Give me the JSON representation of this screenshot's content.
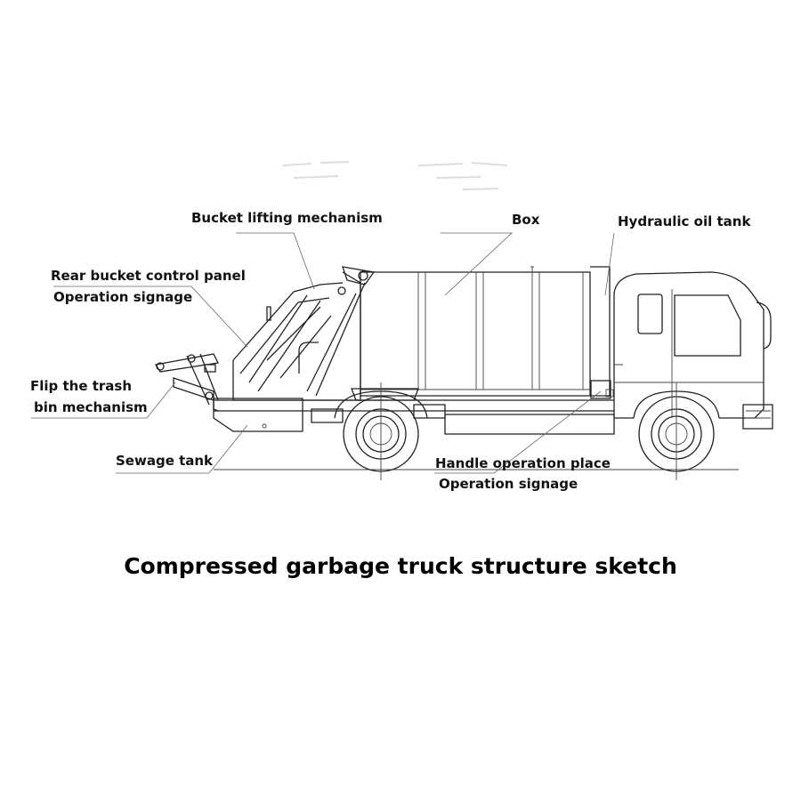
{
  "title": "Compressed garbage truck structure sketch",
  "labels": {
    "bucket_lifting": "Bucket lifting mechanism",
    "box": "Box",
    "hydraulic_tank": "Hydraulic oil tank",
    "rear_bucket_panel": "Rear bucket control panel",
    "operation_signage_1": "Operation signage",
    "flip_line1": "Flip the trash",
    "flip_line2": "bin mechanism",
    "sewage_tank": "Sewage tank",
    "handle_place": "Handle operation place",
    "operation_signage_2": "Operation signage"
  },
  "colors": {
    "line": "#222222",
    "text": "#111111",
    "background": "#ffffff"
  }
}
